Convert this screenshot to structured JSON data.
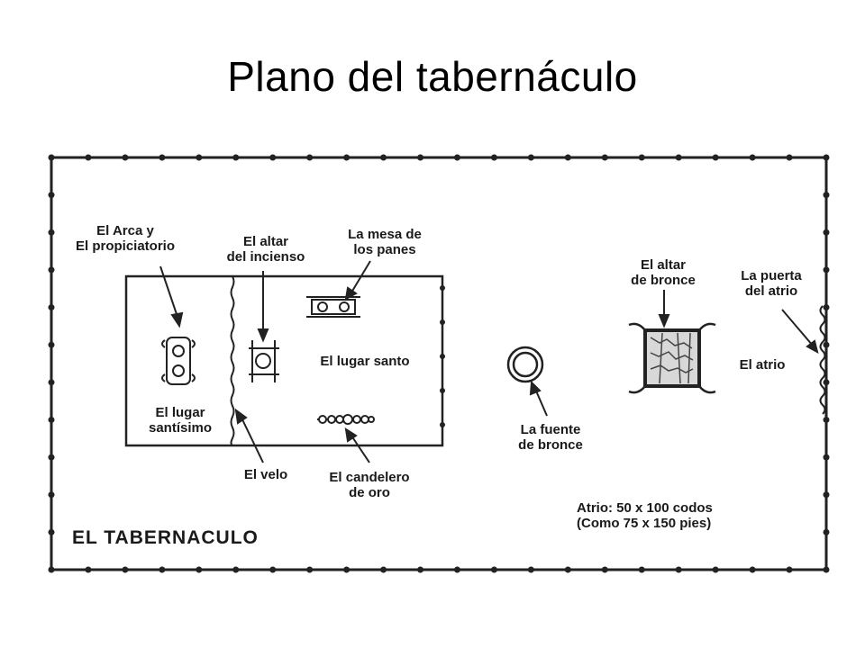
{
  "slide": {
    "title": "Plano del tabernáculo"
  },
  "diagram": {
    "heading": "EL TABERNACULO",
    "labels": {
      "arca_line1": "El Arca y",
      "arca_line2": "El propiciatorio",
      "altar_incienso_line1": "El altar",
      "altar_incienso_line2": "del incienso",
      "mesa_line1": "La mesa de",
      "mesa_line2": "los panes",
      "altar_bronce_line1": "El altar",
      "altar_bronce_line2": "de bronce",
      "puerta_line1": "La puerta",
      "puerta_line2": "del atrio",
      "lugar_santo": "El lugar santo",
      "atrio": "El atrio",
      "santisimo_line1": "El lugar",
      "santisimo_line2": "santísimo",
      "fuente_line1": "La fuente",
      "fuente_line2": "de bronce",
      "velo": "El velo",
      "candelero_line1": "El candelero",
      "candelero_line2": "de oro",
      "medidas_line1": "Atrio: 50 x 100 codos",
      "medidas_line2": "(Como 75 x 150 pies)"
    }
  }
}
